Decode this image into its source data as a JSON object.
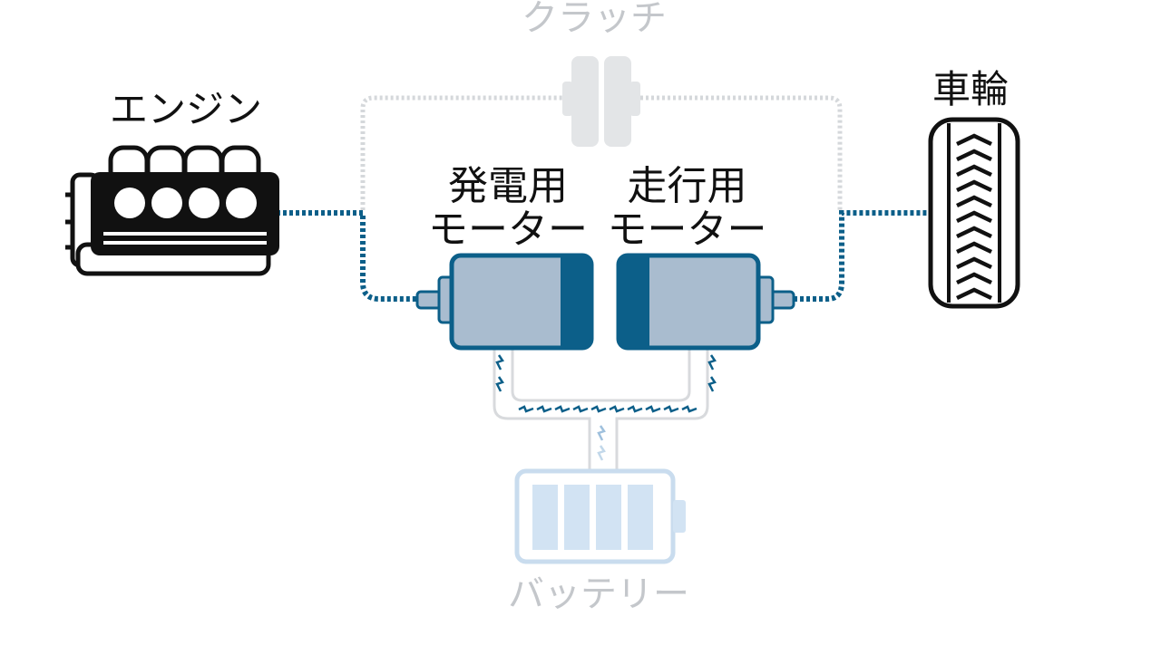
{
  "labels": {
    "clutch": "クラッチ",
    "engine": "エンジン",
    "wheel": "車輪",
    "generator_motor_line1": "発電用",
    "generator_motor_line2": "モーター",
    "drive_motor_line1": "走行用",
    "drive_motor_line2": "モーター",
    "battery": "バッテリー"
  },
  "colors": {
    "accent_blue": "#0c5f89",
    "motor_fill": "#a9bccf",
    "engine_black": "#111111",
    "faint_gray": "#d5d8db",
    "battery_blue": "#d2e3f3",
    "battery_outline": "#c9dcee"
  },
  "icons": [
    "engine-icon",
    "clutch-icon",
    "generator-motor-icon",
    "drive-motor-icon",
    "wheel-icon",
    "battery-icon",
    "electric-spark-icon"
  ]
}
